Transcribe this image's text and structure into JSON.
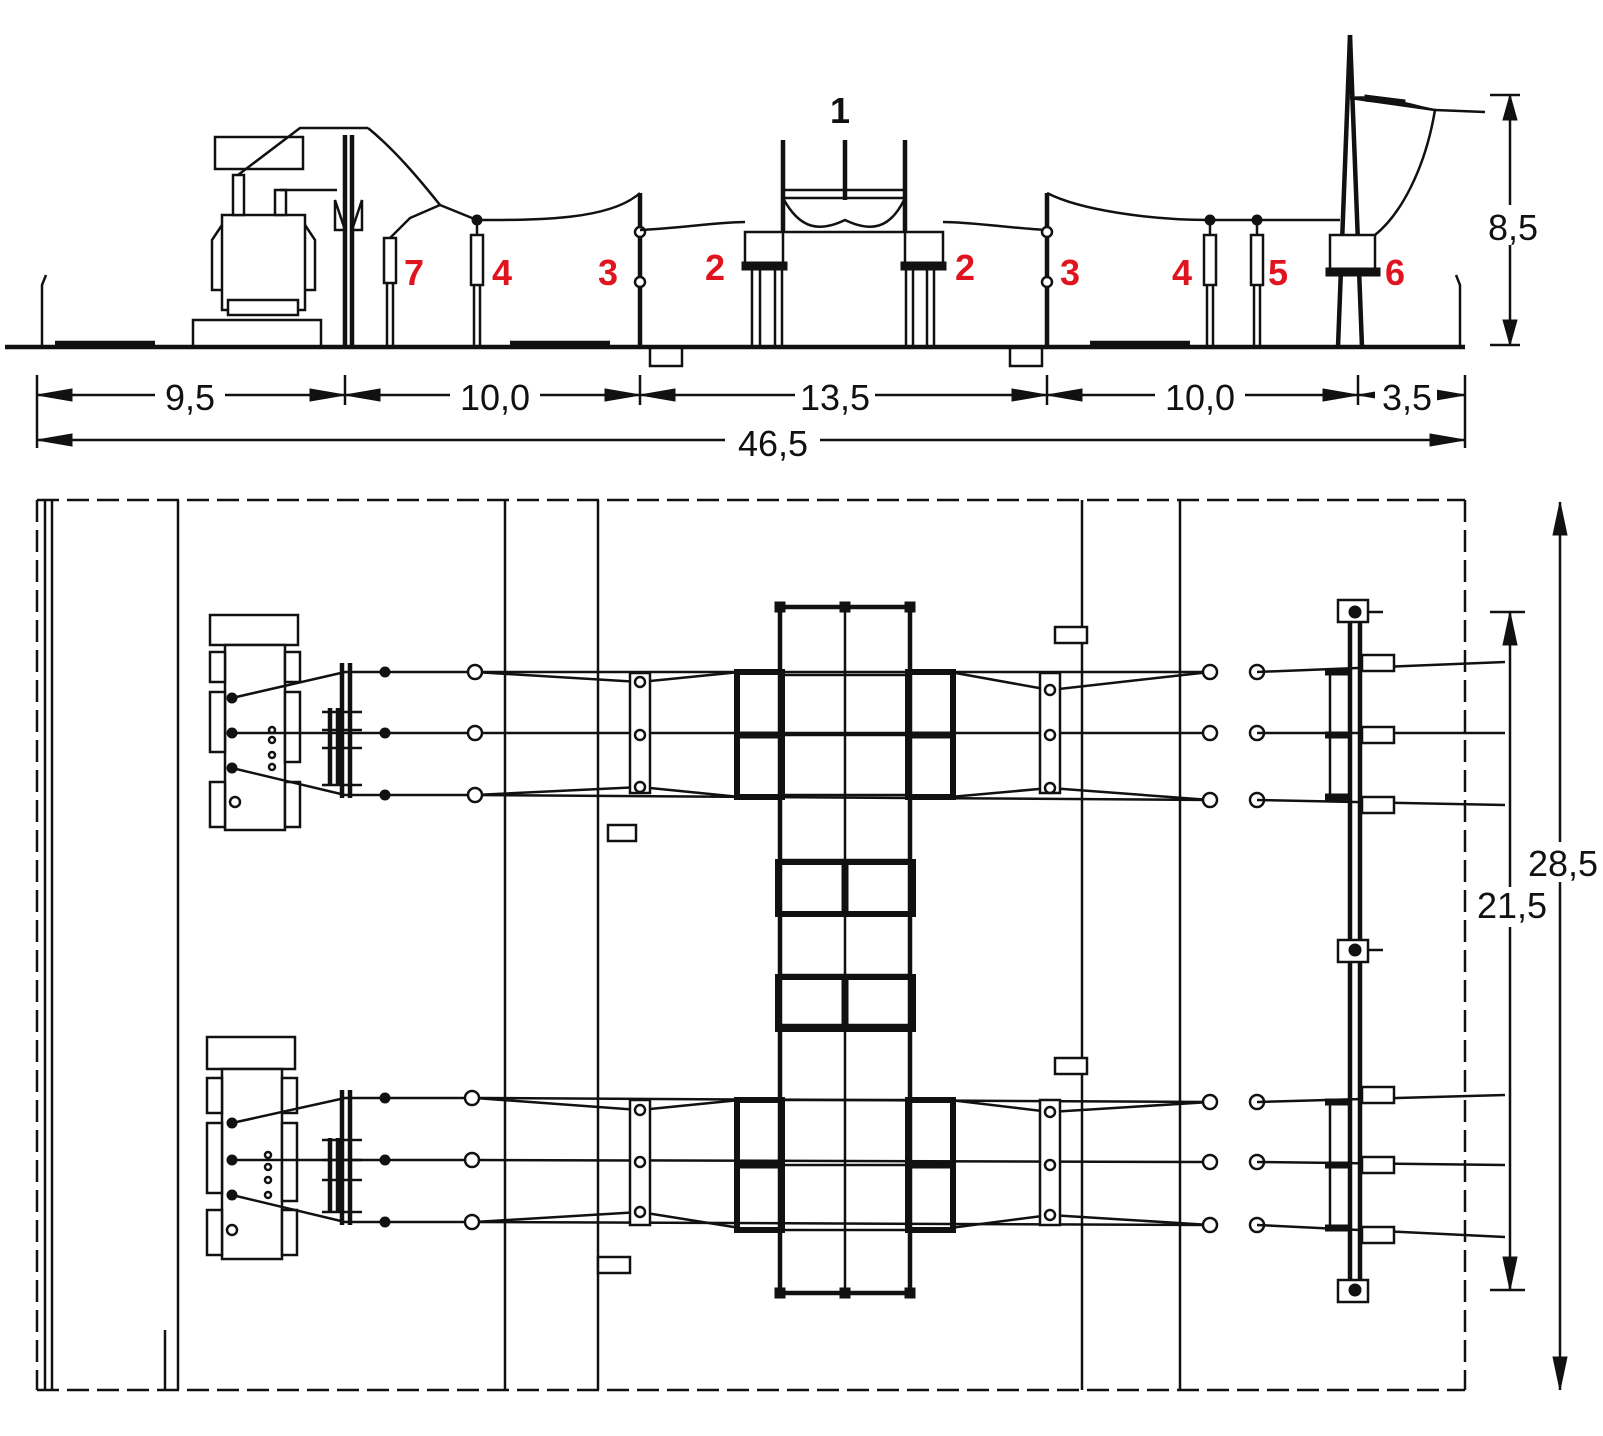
{
  "elevation": {
    "title_number": "1",
    "labels": [
      {
        "id": "7",
        "text": "7",
        "color": "#e0141e"
      },
      {
        "id": "4a",
        "text": "4",
        "color": "#e0141e"
      },
      {
        "id": "3a",
        "text": "3",
        "color": "#e0141e"
      },
      {
        "id": "2a",
        "text": "2",
        "color": "#e0141e"
      },
      {
        "id": "2b",
        "text": "2",
        "color": "#e0141e"
      },
      {
        "id": "3b",
        "text": "3",
        "color": "#e0141e"
      },
      {
        "id": "4b",
        "text": "4",
        "color": "#e0141e"
      },
      {
        "id": "5",
        "text": "5",
        "color": "#e0141e"
      },
      {
        "id": "6",
        "text": "6",
        "color": "#e0141e"
      }
    ],
    "height_dim": "8,5",
    "spans": [
      "9,5",
      "10,0",
      "13,5",
      "10,0",
      "3,5"
    ],
    "total": "46,5"
  },
  "plan": {
    "outer_dim": "28,5",
    "inner_dim": "21,5"
  }
}
